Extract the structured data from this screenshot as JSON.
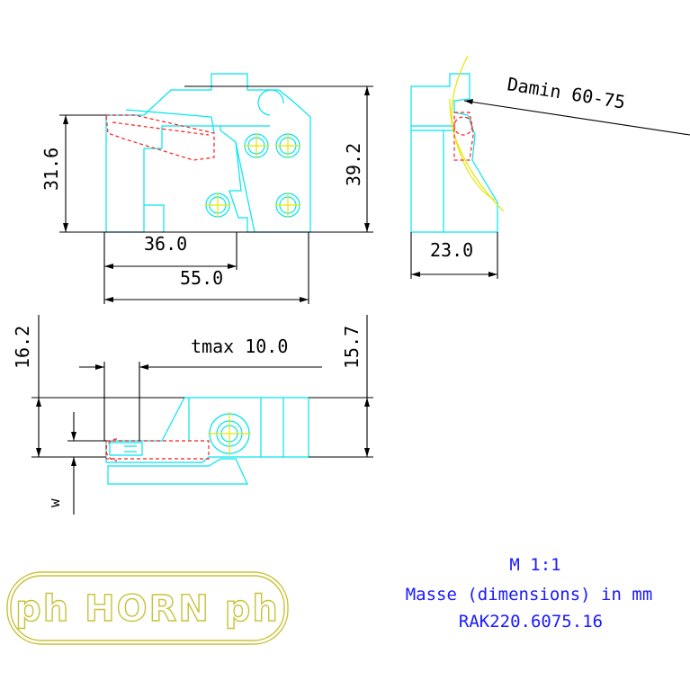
{
  "dimensions": {
    "height_left": "31.6",
    "height_right": "39.2",
    "length_inner": "36.0",
    "length_total": "55.0",
    "side_width": "23.0",
    "bottom_left_height": "16.2",
    "bottom_right_height": "15.7",
    "tmax": "tmax 10.0",
    "w_label": "w"
  },
  "callout": {
    "text": "Damin 60-75"
  },
  "title_block": {
    "scale": "M 1:1",
    "units": "Masse (dimensions) in mm",
    "part_number": "RAK220.6075.16"
  },
  "logo": {
    "brand_text": "ph HORN ph"
  },
  "colors": {
    "geometry": "#00e5f0",
    "dimension": "#000000",
    "hidden": "#ff1a1a",
    "centerline": "#e6e600",
    "title_text": "#1a1aff",
    "logo": "#c9c23a"
  }
}
